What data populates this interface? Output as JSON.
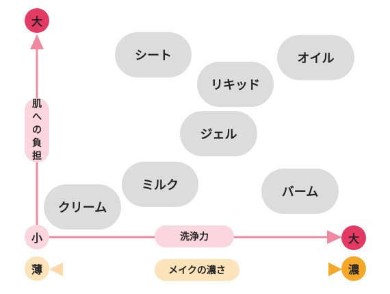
{
  "diagram": {
    "items": [
      {
        "label": "シート"
      },
      {
        "label": "オイル"
      },
      {
        "label": "リキッド"
      },
      {
        "label": "ジェル"
      },
      {
        "label": "ミルク"
      },
      {
        "label": "クリーム"
      },
      {
        "label": "バーム"
      }
    ],
    "y_axis": {
      "label": [
        "肌",
        "へ",
        "の",
        "負",
        "担"
      ],
      "max_label": "大",
      "min_label": "小"
    },
    "x_axis": {
      "label": "洗浄力",
      "max_label": "大"
    },
    "bottom_axis": {
      "label": "メイクの濃さ",
      "left_label": "薄",
      "right_label": "濃"
    },
    "colors": {
      "pill": "#dcdcdc",
      "pink_dark": "#e23a63",
      "pink_line": "#f08aa0",
      "pink_light": "#fbd6df",
      "orange": "#f4a82a",
      "orange_light": "#fde3ba"
    }
  }
}
